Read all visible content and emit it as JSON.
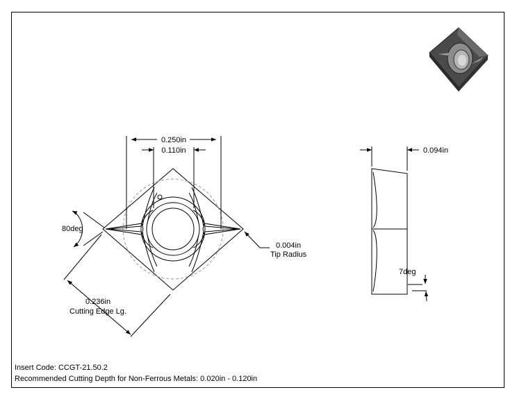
{
  "dimensions": {
    "outer_width": "0.250in",
    "inner_width": "0.110in",
    "thickness": "0.094in",
    "angle": "80deg",
    "tip_radius_value": "0.004in",
    "tip_radius_label": "Tip Radius",
    "edge_length_value": "0.236in",
    "edge_length_label": "Cutting Edge Lg.",
    "relief_angle": "7deg"
  },
  "info": {
    "insert_code": "Insert Code: CCGT-21.50.2",
    "cutting_depth": "Recommended Cutting Depth for Non-Ferrous Metals: 0.020in - 0.120in"
  },
  "colors": {
    "line": "#000000",
    "insert_body": "#555555",
    "insert_dark": "#2e2e2e",
    "insert_light": "#8a8a8a"
  }
}
